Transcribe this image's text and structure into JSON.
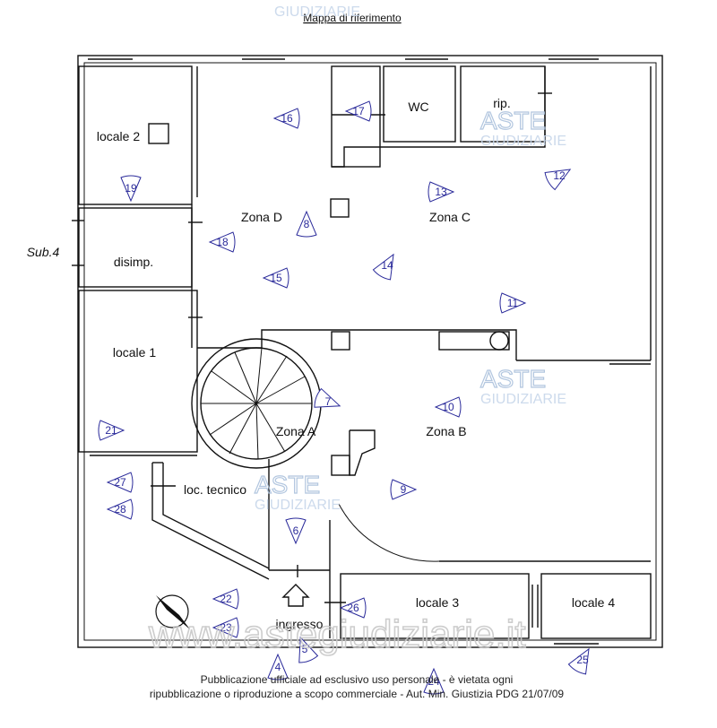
{
  "title": "Mappa di riferimento",
  "sub_label": "Sub.4",
  "rooms": [
    {
      "id": "locale-2",
      "label": "locale 2"
    },
    {
      "id": "disimp",
      "label": "disimp."
    },
    {
      "id": "locale-1",
      "label": "locale 1"
    },
    {
      "id": "zona-d",
      "label": "Zona D"
    },
    {
      "id": "zona-c",
      "label": "Zona C"
    },
    {
      "id": "wc",
      "label": "WC"
    },
    {
      "id": "rip",
      "label": "rip."
    },
    {
      "id": "zona-a",
      "label": "Zona A"
    },
    {
      "id": "zona-b",
      "label": "Zona B"
    },
    {
      "id": "loc-tecnico",
      "label": "loc. tecnico"
    },
    {
      "id": "ingresso",
      "label": "ingresso"
    },
    {
      "id": "locale-3",
      "label": "locale 3"
    },
    {
      "id": "locale-4",
      "label": "locale 4"
    }
  ],
  "viewpoints": [
    "4",
    "5",
    "6",
    "7",
    "8",
    "9",
    "10",
    "11",
    "12",
    "13",
    "14",
    "15",
    "16",
    "17",
    "18",
    "19",
    "21",
    "22",
    "23",
    "24",
    "25",
    "26",
    "27",
    "28"
  ],
  "watermark": {
    "brand_top": "ASTE",
    "brand_bottom": "GIUDIZIARIE",
    "site": "www.astegiudiziarie.it"
  },
  "footer": {
    "line1": "Pubblicazione ufficiale ad esclusivo uso personale - è vietata ogni",
    "line2": "ripubblicazione o riproduzione a scopo commerciale - Aut. Min. Giustizia PDG 21/07/09"
  },
  "colors": {
    "marker": "#2a2a9a",
    "wall": "#111111",
    "watermark": "#aac0dc"
  }
}
